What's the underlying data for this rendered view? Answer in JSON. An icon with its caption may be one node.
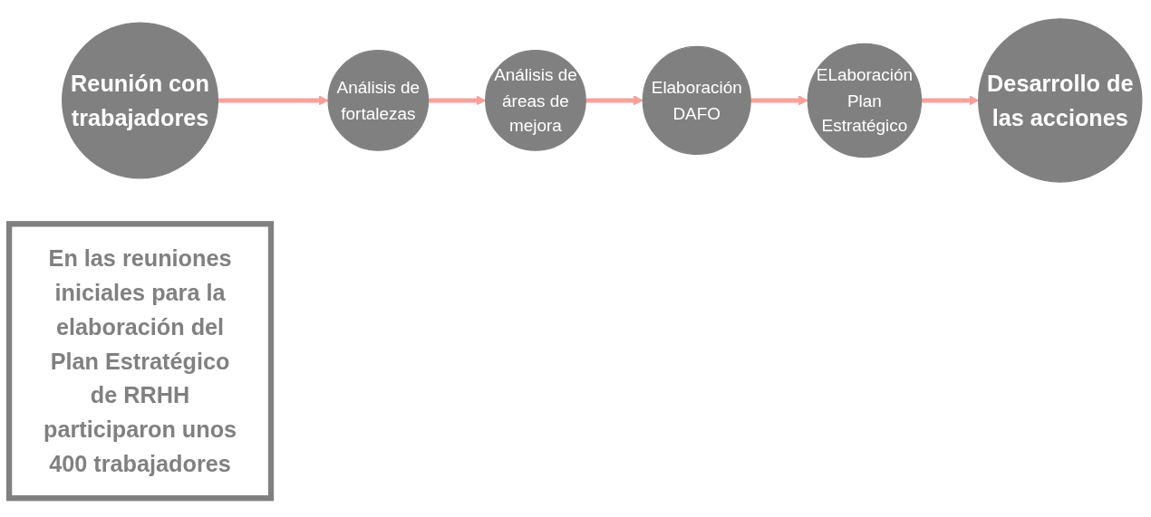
{
  "diagram": {
    "nodes": [
      {
        "text": [
          "Reunión con trabajadores"
        ]
      },
      {
        "text": [
          "Análisis de fortalezas"
        ]
      },
      {
        "text": [
          "Análisis de áreas de mejora"
        ]
      },
      {
        "text": [
          "Elaboración DAFO"
        ]
      },
      {
        "text": [
          "ELaboración Plan Estratégico"
        ]
      },
      {
        "text": [
          "Desarrollo de las acciones"
        ]
      },
      {
        "text": [
          "En las reuniones iniciales para la elaboración del Plan Estratégico de RRHH participaron unos 400 trabajadores"
        ]
      }
    ],
    "edges": [
      {
        "from": 0,
        "to": 1,
        "arrow": "to"
      },
      {
        "from": 1,
        "to": 2,
        "arrow": "to"
      },
      {
        "from": 2,
        "to": 3,
        "arrow": "to"
      },
      {
        "from": 3,
        "to": 4,
        "arrow": "to"
      },
      {
        "from": 4,
        "to": 5,
        "arrow": "to"
      }
    ]
  }
}
